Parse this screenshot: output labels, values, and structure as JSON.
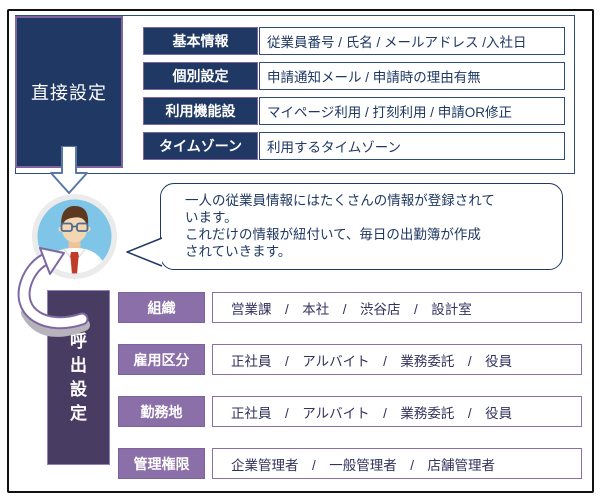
{
  "direct_section": {
    "title": "直接設定",
    "rows": [
      {
        "label": "基本情報",
        "value": "従業員番号 / 氏名 / メールアドレス /入社日"
      },
      {
        "label": "個別設定",
        "value": "申請通知メール / 申請時の理由有無"
      },
      {
        "label": "利用機能設",
        "value": "マイページ利用 / 打刻利用 / 申請OR修正"
      },
      {
        "label": "タイムゾーン",
        "value": "利用するタイムゾーン"
      }
    ]
  },
  "speech_bubble": {
    "text": "一人の従業員情報にはたくさんの情報が登録されて\nいます。\nこれだけの情報が紐付いて、毎日の出勤簿が作成\nされていきます。"
  },
  "call_section": {
    "title": "呼出設定",
    "title_chars": [
      "呼",
      "出",
      "設",
      "定"
    ],
    "rows": [
      {
        "label": "組織",
        "value": "営業課　/　本社　/　渋谷店　/　設計室"
      },
      {
        "label": "雇用区分",
        "value": "正社員　/　アルバイト　/　業務委託　/　役員"
      },
      {
        "label": "勤務地",
        "value": "正社員　/　アルバイト　/　業務委託　/　役員"
      },
      {
        "label": "管理権限",
        "value": "企業管理者　/　一般管理者　/　店舗管理者"
      }
    ]
  },
  "icons": {
    "down_arrow": "down-arrow-icon",
    "avatar": "employee-avatar-icon",
    "curved_arrow": "curved-callout-arrow-icon",
    "bubble_tail": "speech-bubble-tail"
  },
  "colors": {
    "navy": "#1f3864",
    "navy_border": "#2e4d7b",
    "purple_outline": "#8064a2",
    "purple_header": "#8b6fa8",
    "dark_purple": "#493c62",
    "avatar_blue": "#7ec5e8",
    "tie_red": "#c23b2a",
    "hair_brown": "#5d3a1f",
    "skin": "#f3d7b2",
    "border_black": "#111111"
  }
}
